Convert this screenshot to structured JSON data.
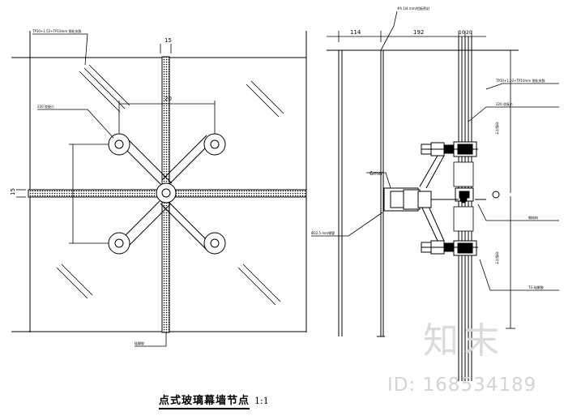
{
  "drawing": {
    "title": "点式玻璃幕墙节点",
    "scale": "1:1",
    "dimensions": {
      "dim_114": "114",
      "dim_192": "192",
      "dim_10": "10",
      "dim_20": "20",
      "dim_15": "15"
    },
    "callouts": {
      "gap_label": "6mm"
    }
  },
  "watermark": {
    "logo": "知末",
    "id": "ID: 168534189"
  }
}
